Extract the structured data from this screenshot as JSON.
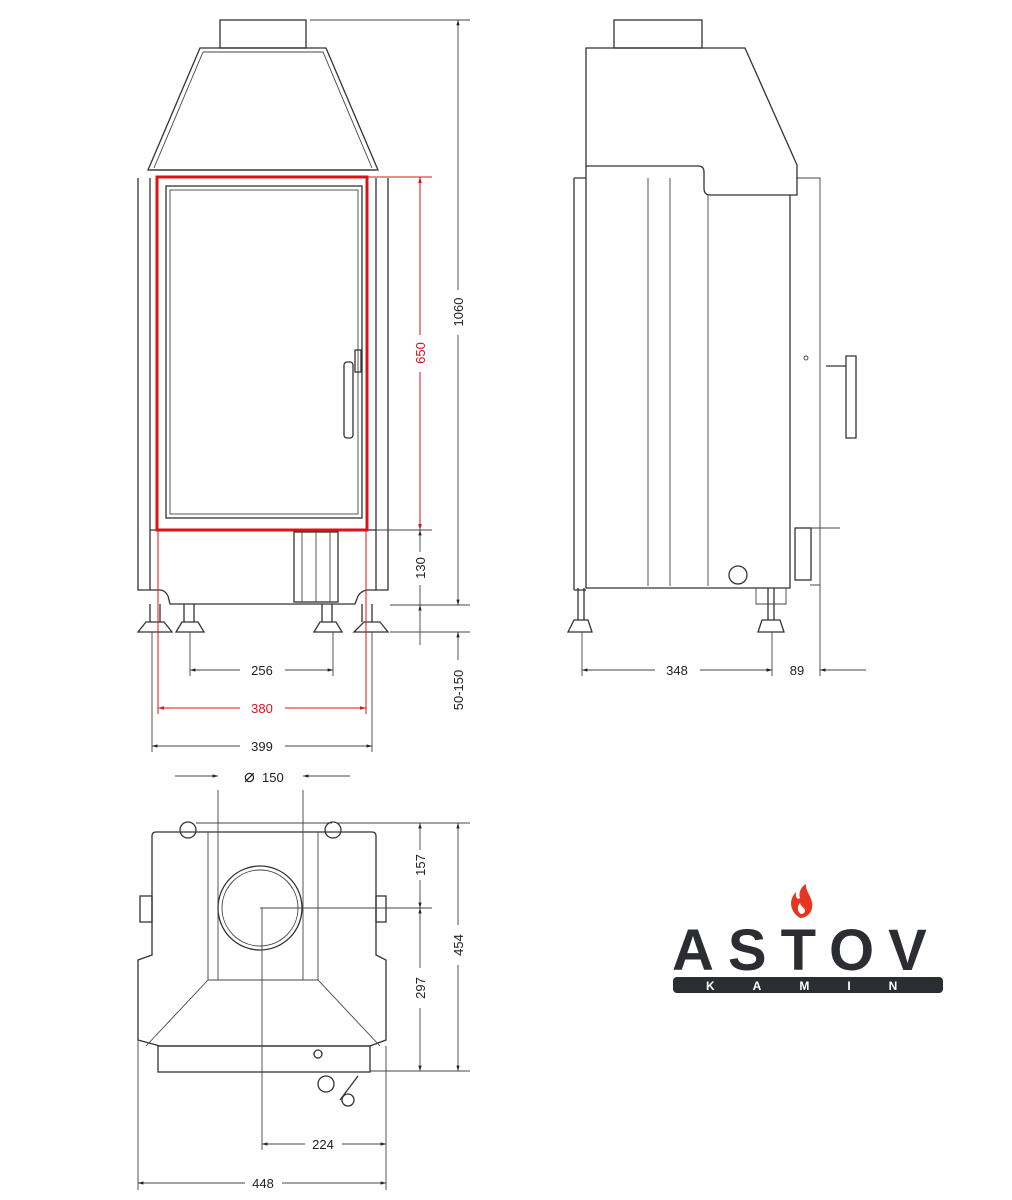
{
  "dimensions": {
    "front": {
      "height_total": "1060",
      "door_height": "650",
      "base_height": "130",
      "leg_adjust": "50-150",
      "leg_spacing": "256",
      "door_width": "380",
      "overall_width": "399"
    },
    "side": {
      "depth": "348",
      "handle_projection": "89"
    },
    "top": {
      "flue_diameter": "150",
      "flue_offset_front": "157",
      "overall_depth": "454",
      "flue_offset_back": "297",
      "flue_offset_side": "224",
      "overall_width": "448"
    }
  },
  "logo": {
    "brand": "ASTOV",
    "sub": "KAMIN"
  },
  "colors": {
    "highlight": "#d8141a",
    "logo_dark": "#2b2d33",
    "flame": "#e8351f"
  }
}
